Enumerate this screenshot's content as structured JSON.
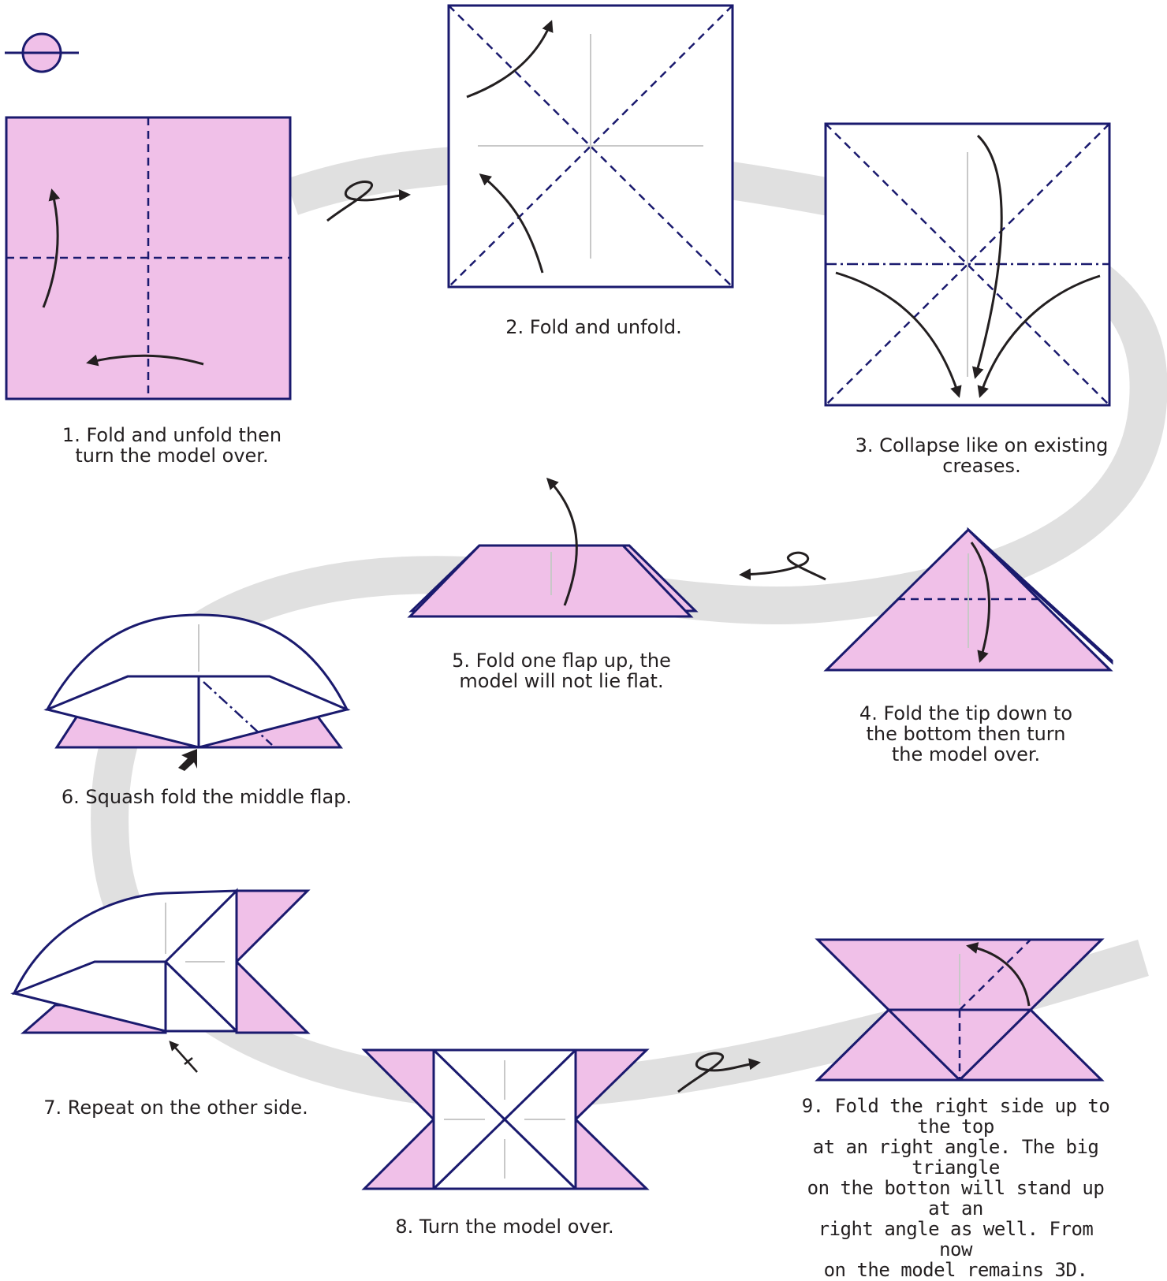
{
  "colors": {
    "paper_pink": "#f0c0e8",
    "outline": "#1a1a6e",
    "arrow": "#231f20",
    "background_band": "#e0e0e0",
    "guide_line": "#c8c8c8"
  },
  "icons": [
    "paper-color-side-symbol",
    "turn-over-icon",
    "fold-arrow-icon",
    "squash-arrow-icon",
    "push-arrow-icon"
  ],
  "steps": [
    {
      "number": "1",
      "caption": "1. Fold and unfold then\nturn the model over."
    },
    {
      "number": "2",
      "caption": "2. Fold and unfold."
    },
    {
      "number": "3",
      "caption": "3. Collapse like on existing\ncreases."
    },
    {
      "number": "4",
      "caption": "4. Fold the tip down to\nthe bottom then turn\nthe model over."
    },
    {
      "number": "5",
      "caption": "5. Fold one flap up, the\nmodel will not lie flat."
    },
    {
      "number": "6",
      "caption": "6. Squash fold the middle flap."
    },
    {
      "number": "7",
      "caption": "7. Repeat on the other side."
    },
    {
      "number": "8",
      "caption": "8. Turn the model over."
    },
    {
      "number": "9",
      "caption": "9. Fold the right side up to the top\nat an right angle. The big triangle\non the botton will stand up at an\nright angle as well. From now\non the model remains 3D."
    }
  ]
}
